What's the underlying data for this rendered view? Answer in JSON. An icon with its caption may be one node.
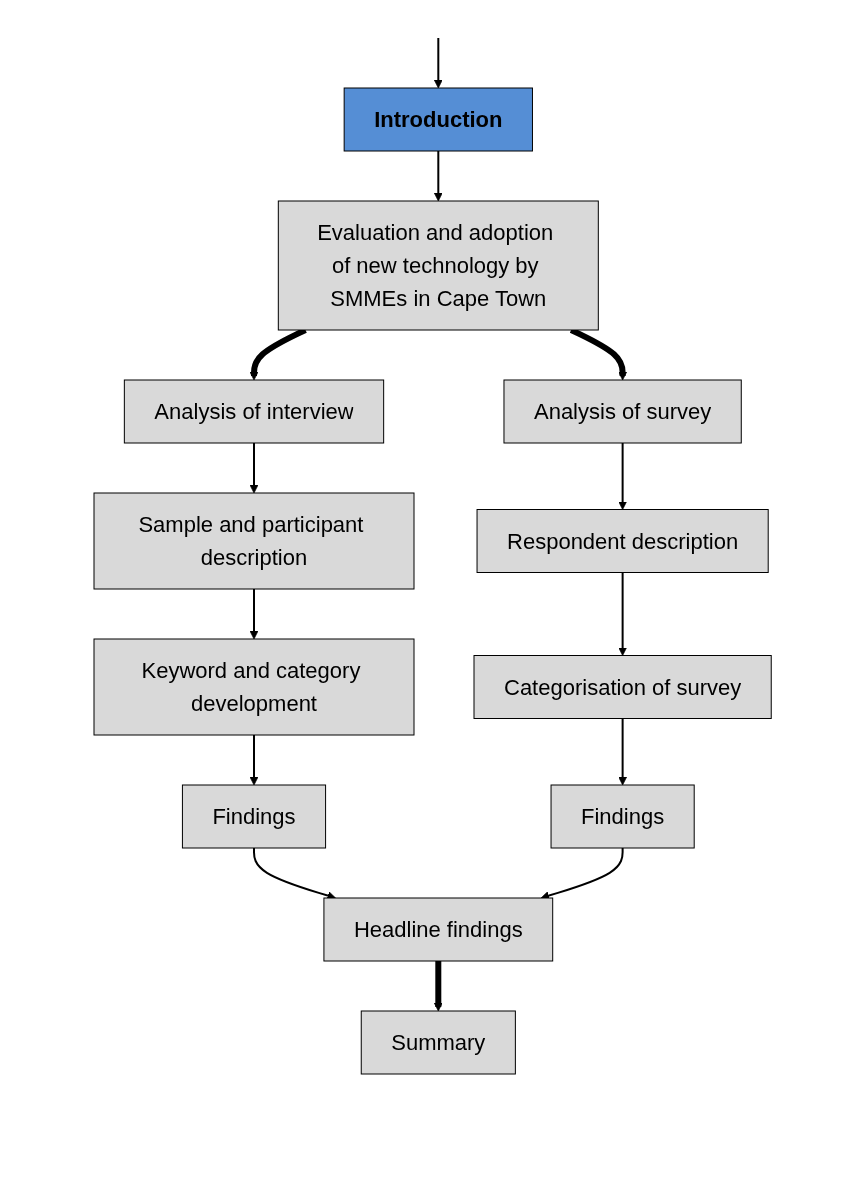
{
  "diagram": {
    "nodes": [
      {
        "text": [
          "Introduction"
        ]
      },
      {
        "text": [
          "Evaluation and adoption of new technology by SMMEs in Cape Town"
        ]
      },
      {
        "text": [
          "Analysis of interview"
        ]
      },
      {
        "text": [
          "Analysis of survey"
        ]
      },
      {
        "text": [
          "Sample and participant description"
        ]
      },
      {
        "text": [
          "Respondent description"
        ]
      },
      {
        "text": [
          "Keyword and category development"
        ]
      },
      {
        "text": [
          "Categorisation of survey"
        ]
      },
      {
        "text": [
          "Findings"
        ]
      },
      {
        "text": [
          "Findings"
        ]
      },
      {
        "text": [
          "Headline findings"
        ]
      },
      {
        "text": [
          "Summary"
        ]
      }
    ],
    "edges": [
      {
        "from": null,
        "to": 0,
        "arrow": "to"
      },
      {
        "from": 0,
        "to": 1,
        "arrow": "to"
      },
      {
        "from": 1,
        "to": 2,
        "arrow": "to",
        "style": "thick"
      },
      {
        "from": 1,
        "to": 3,
        "arrow": "to",
        "style": "thick"
      },
      {
        "from": 2,
        "to": 4,
        "arrow": "to"
      },
      {
        "from": 3,
        "to": 5,
        "arrow": "to"
      },
      {
        "from": 4,
        "to": 6,
        "arrow": "to"
      },
      {
        "from": 5,
        "to": 7,
        "arrow": "to"
      },
      {
        "from": 6,
        "to": 8,
        "arrow": "to"
      },
      {
        "from": 7,
        "to": 9,
        "arrow": "to"
      },
      {
        "from": 8,
        "to": 10,
        "arrow": "to"
      },
      {
        "from": 9,
        "to": 10,
        "arrow": "to"
      },
      {
        "from": 10,
        "to": 11,
        "arrow": "to",
        "style": "thick"
      }
    ]
  }
}
